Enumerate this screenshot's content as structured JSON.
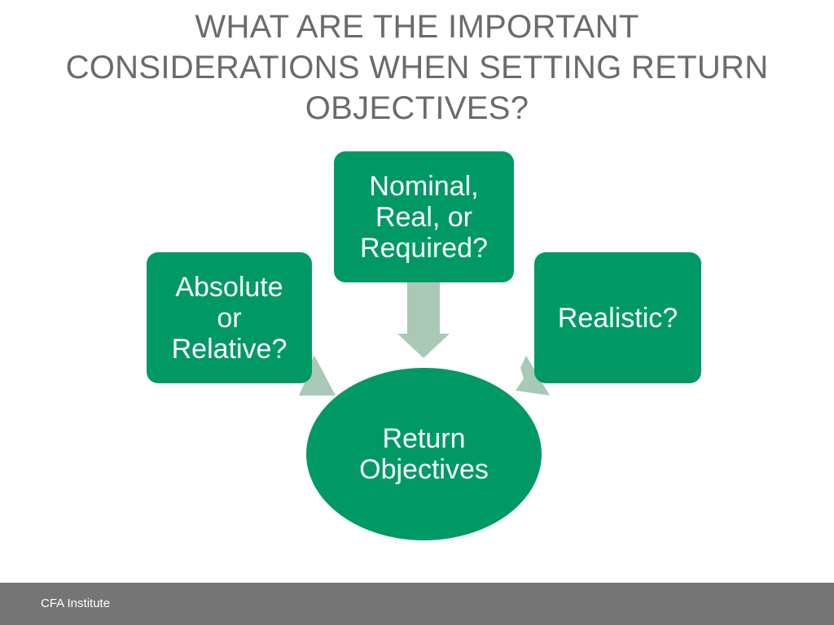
{
  "title": {
    "lines": [
      "WHAT ARE THE IMPORTANT",
      "CONSIDERATIONS WHEN SETTING RETURN",
      "OBJECTIVES?"
    ]
  },
  "diagram": {
    "center": {
      "lines": [
        "Return",
        "Objectives"
      ]
    },
    "nodes": [
      {
        "id": "absolute-relative",
        "lines": [
          "Absolute",
          "or",
          "Relative?"
        ]
      },
      {
        "id": "nominal-real-required",
        "lines": [
          "Nominal,",
          "Real, or",
          "Required?"
        ]
      },
      {
        "id": "realistic",
        "lines": [
          "Realistic?"
        ]
      }
    ],
    "colors": {
      "node_fill": "#009966",
      "arrow_fill": "#a9c9b6",
      "title_text": "#6b6b6b",
      "footer_bar": "#757575"
    }
  },
  "footer": {
    "label": "CFA Institute"
  }
}
